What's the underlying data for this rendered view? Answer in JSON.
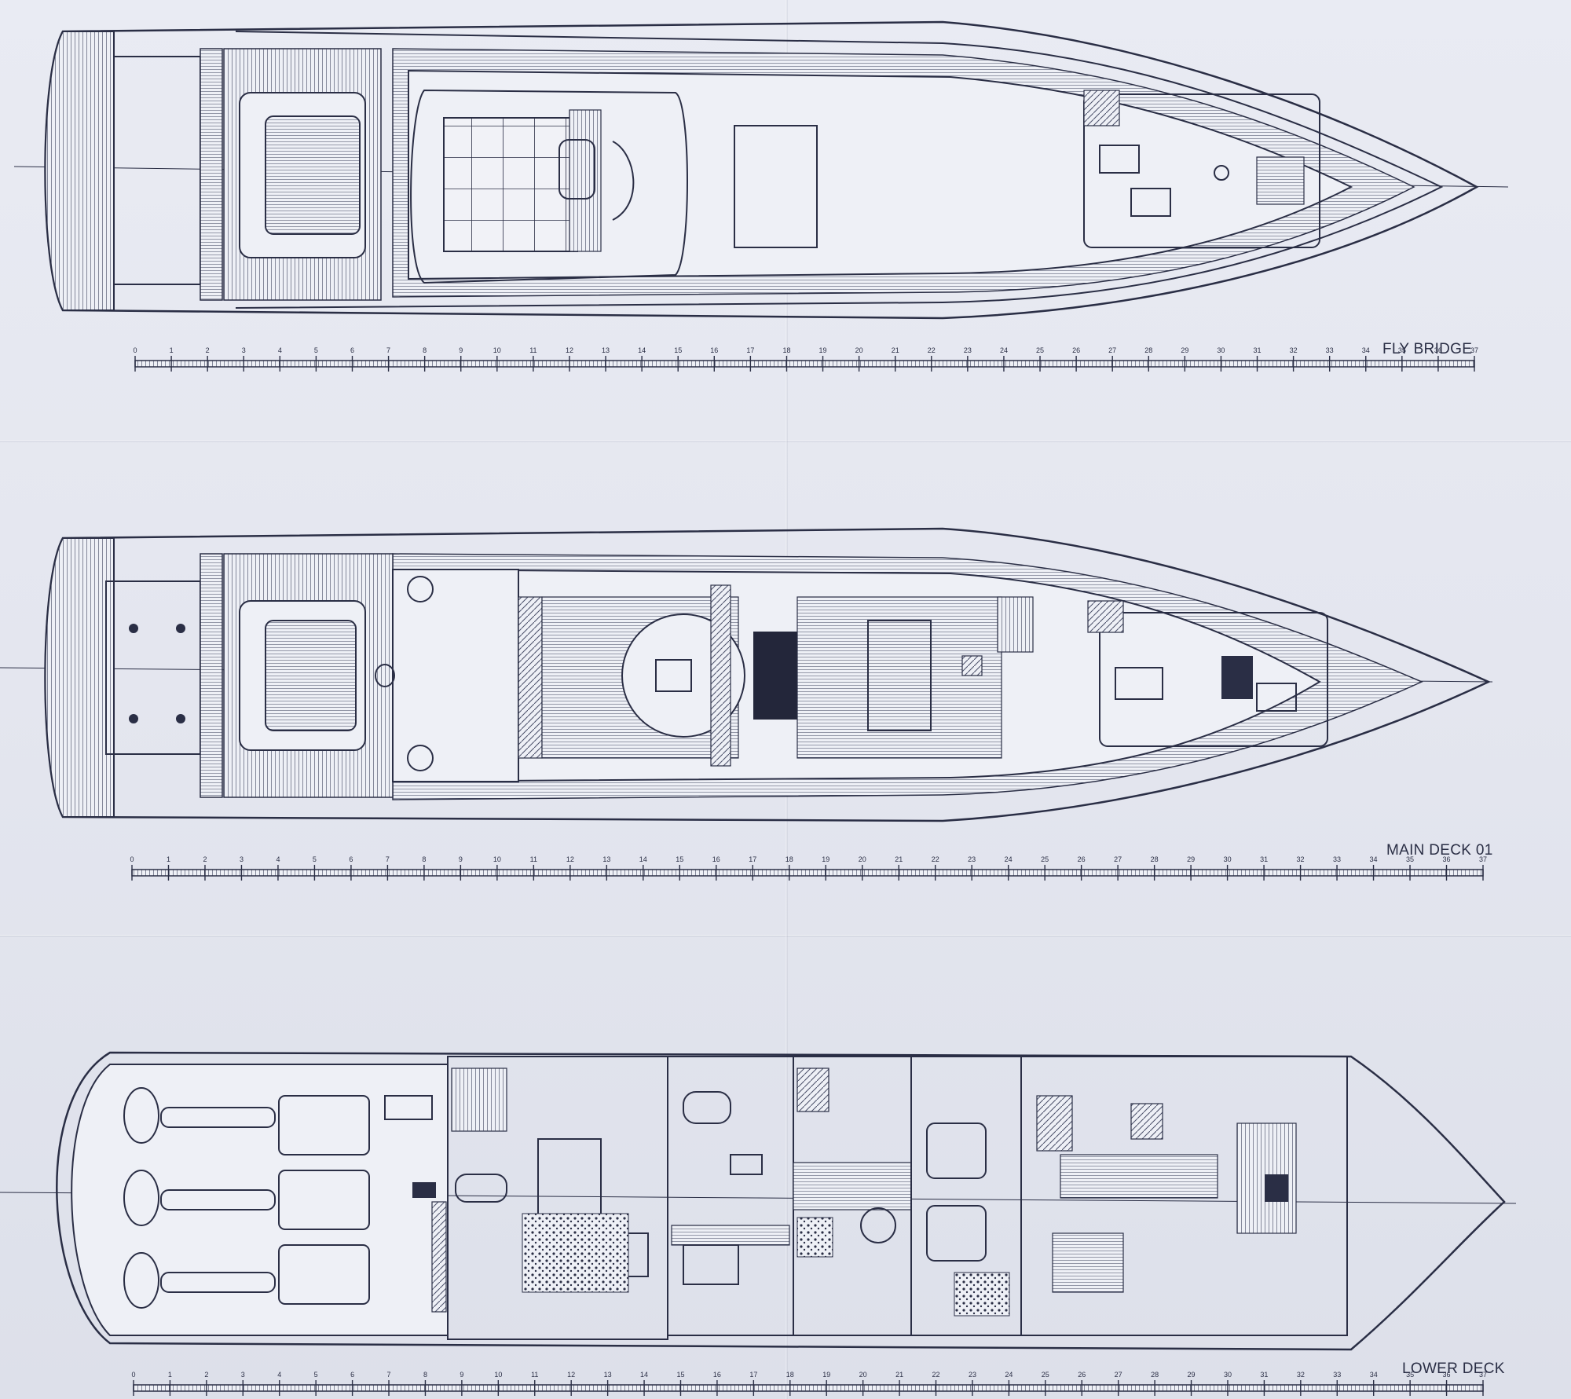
{
  "decks": [
    {
      "id": "fly",
      "label": "FLY BRIDGE"
    },
    {
      "id": "main",
      "label": "MAIN DECK 01"
    },
    {
      "id": "lower",
      "label": "LOWER DECK"
    }
  ],
  "scale": {
    "min": 0,
    "max": 37,
    "ticks": [
      0,
      1,
      2,
      3,
      4,
      5,
      6,
      7,
      8,
      9,
      10,
      11,
      12,
      13,
      14,
      15,
      16,
      17,
      18,
      19,
      20,
      21,
      22,
      23,
      24,
      25,
      26,
      27,
      28,
      29,
      30,
      31,
      32,
      33,
      34,
      35,
      36,
      37
    ]
  },
  "colors": {
    "paper": "#e6e8f1",
    "ink": "#2a2e45",
    "hatch": "#5b6078",
    "dark_block": "#23263a"
  }
}
